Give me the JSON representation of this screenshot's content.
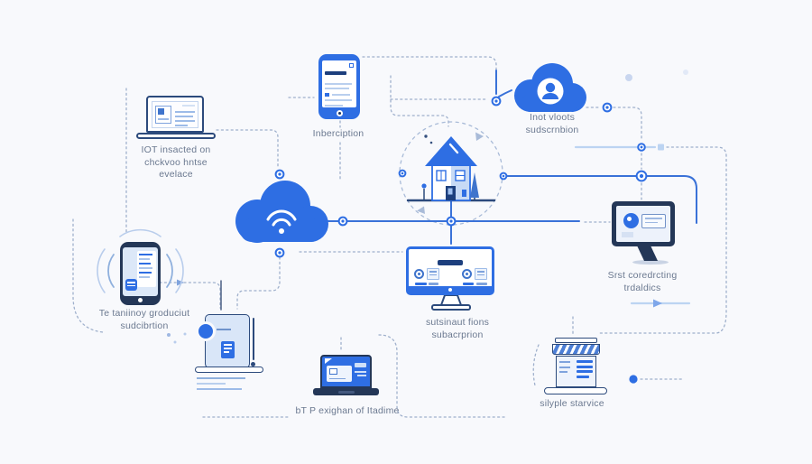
{
  "background": "#f8f9fc",
  "palette": {
    "primary_blue": "#2e6ee3",
    "navy": "#243757",
    "light_fill": "#dce8f8",
    "solid_line_blue": "#3a72d8",
    "dotted_line_gray": "#9fb0cc",
    "light_line_blue": "#bcd4f2",
    "label_text": "#6b7990"
  },
  "devices": {
    "laptop_tl": {
      "icon": "laptop-browser-icon",
      "label_line1": "IOT insacted on",
      "label_line2": "chckvoo hntse",
      "label_line3": "evelace"
    },
    "phone_top": {
      "icon": "smartphone-list-icon",
      "label": "Inberciption"
    },
    "cloud_user": {
      "icon": "cloud-user-icon",
      "label_line1": "Inot vloots",
      "label_line2": "sudscrnbion"
    },
    "house": {
      "icon": "smart-home-icon"
    },
    "cloud_wifi": {
      "icon": "cloud-wifi-icon"
    },
    "monitor_center": {
      "icon": "desktop-dashboard-icon",
      "label_line1": "sutsinaut fions",
      "label_line2": "subacrprion"
    },
    "monitor_right": {
      "icon": "desktop-analytics-icon",
      "label_line1": "Srst coredrcting",
      "label_line2": "trdaldics"
    },
    "phone_left": {
      "icon": "smartphone-signal-icon",
      "label_line1": "Te taniinoy groduciut",
      "label_line2": "sudcibrtion"
    },
    "tablet": {
      "icon": "tablet-document-icon"
    },
    "laptop_bottom": {
      "icon": "laptop-webpage-icon",
      "label": "bT P exighan of Itadime"
    },
    "store": {
      "icon": "storefront-icon",
      "label": "silyple starvice"
    }
  }
}
